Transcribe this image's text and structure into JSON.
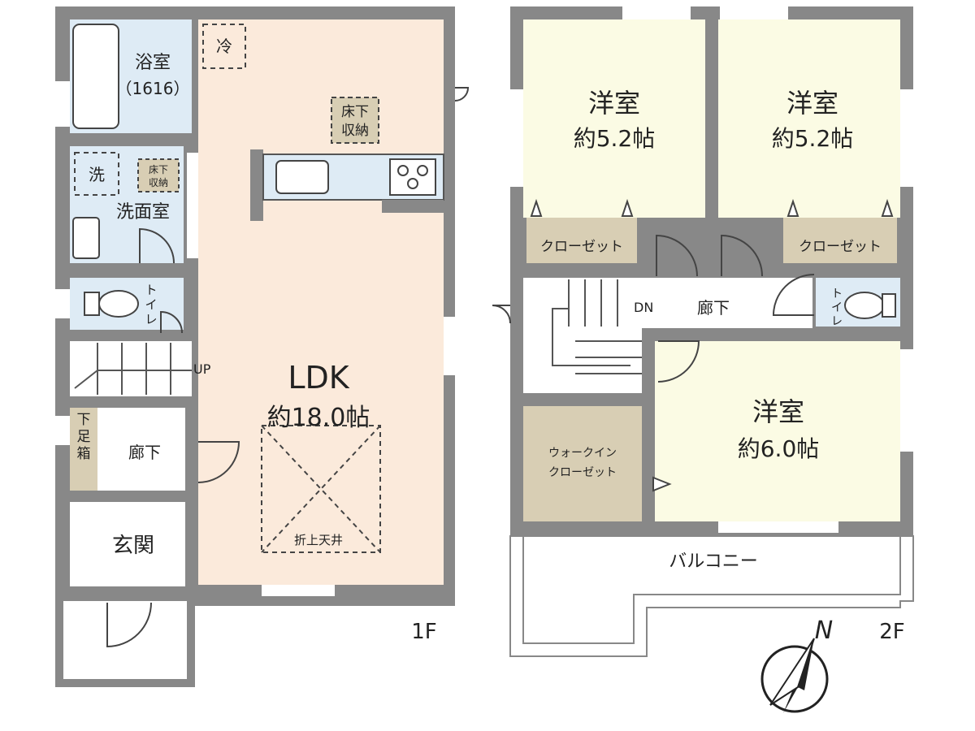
{
  "colors": {
    "wall": "#888888",
    "ldk_floor": "#fbeadb",
    "wet_area": "#deebf5",
    "room_2f": "#fbfbe4",
    "storage": "#d8ceb4",
    "white": "#ffffff"
  },
  "first_floor": {
    "floor_label": "1F",
    "bathroom": {
      "name": "浴室",
      "size": "（1616）"
    },
    "refrigerator": "冷",
    "underfloor_storage_ldk": [
      "床下",
      "収納"
    ],
    "washer": "洗",
    "underfloor_storage_wash": [
      "床下",
      "収納"
    ],
    "washroom": "洗面室",
    "toilet": [
      "ト",
      "イ",
      "レ"
    ],
    "stairs_direction": "UP",
    "shoe_box": [
      "下",
      "足",
      "箱"
    ],
    "hallway": "廊下",
    "entrance": "玄関",
    "ldk": {
      "name": "LDK",
      "size": "約18.0帖"
    },
    "ceiling_note": "折上天井"
  },
  "second_floor": {
    "floor_label": "2F",
    "room_nw": {
      "name": "洋室",
      "size": "約5.2帖",
      "closet": "クローゼット"
    },
    "room_ne": {
      "name": "洋室",
      "size": "約5.2帖",
      "closet": "クローゼット"
    },
    "stairs_direction": "DN",
    "hallway": "廊下",
    "toilet": [
      "ト",
      "イ",
      "レ"
    ],
    "walk_in_closet": [
      "ウォークイン",
      "クローゼット"
    ],
    "room_s": {
      "name": "洋室",
      "size": "約6.0帖"
    },
    "balcony": "バルコニー"
  },
  "compass": {
    "north": "N"
  }
}
